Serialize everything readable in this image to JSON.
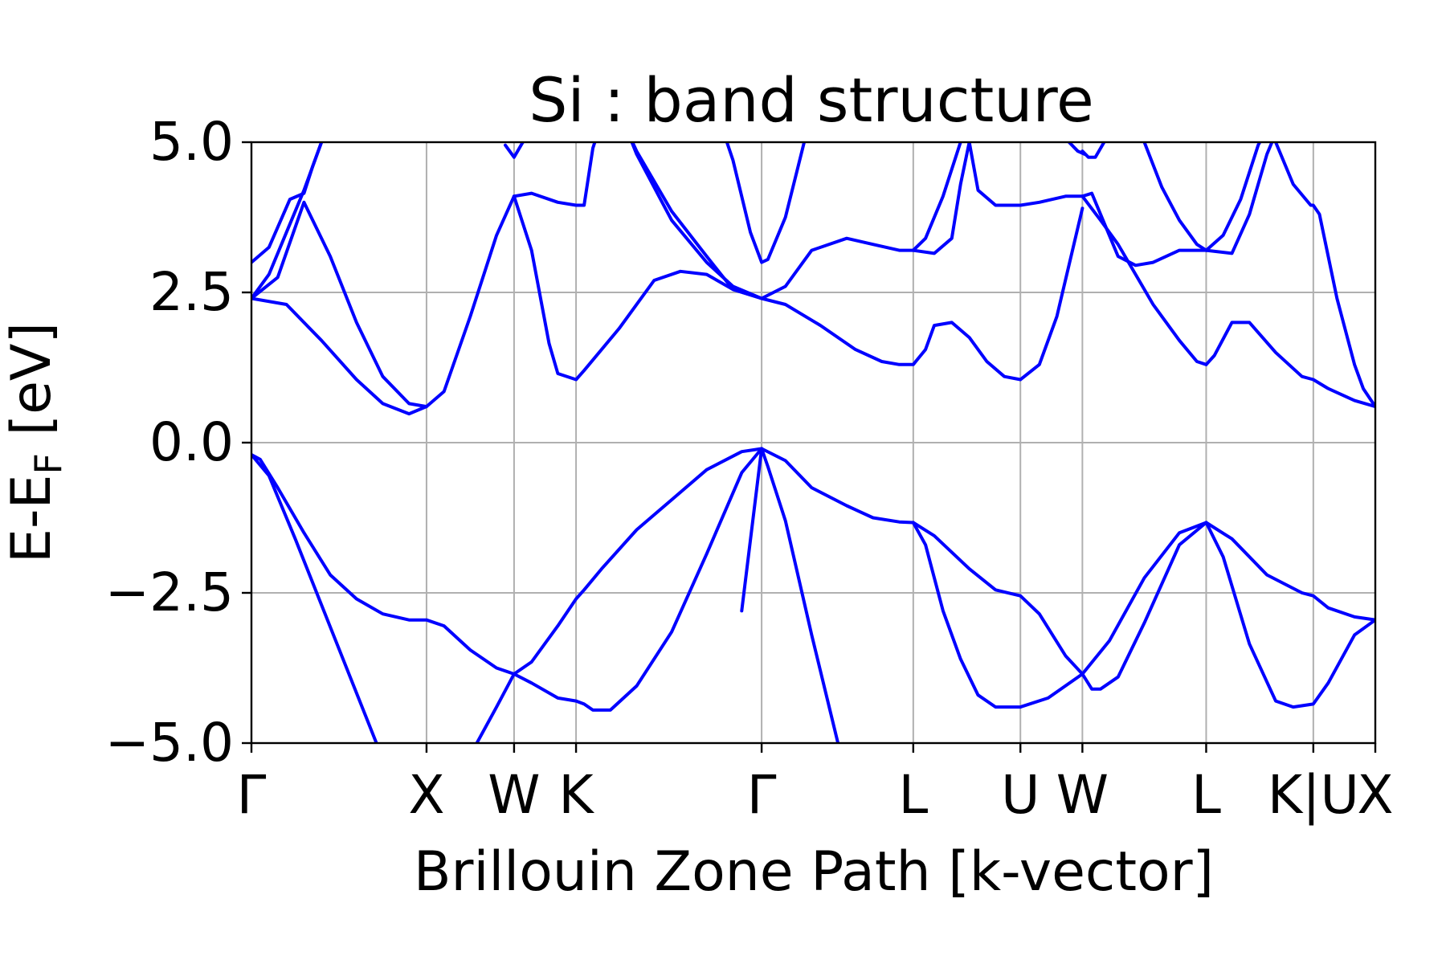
{
  "chart_data": {
    "type": "line",
    "title": "Si : band structure",
    "xlabel": "Brillouin Zone Path [k-vector]",
    "ylabel": {
      "base": "E-E",
      "subscript": "F",
      "unit": " [eV]"
    },
    "ylim": [
      -5.0,
      5.0
    ],
    "yticks": [
      5.0,
      2.5,
      0.0,
      -2.5,
      -5.0
    ],
    "ytick_labels": [
      "5.0",
      "2.5",
      "0.0",
      "−2.5",
      "−5.0"
    ],
    "high_symmetry_points": [
      {
        "label": "Γ",
        "k": 0.0
      },
      {
        "label": "X",
        "k": 1.0
      },
      {
        "label": "W",
        "k": 1.5
      },
      {
        "label": "K",
        "k": 1.854
      },
      {
        "label": "Γ",
        "k": 2.914
      },
      {
        "label": "L",
        "k": 3.78
      },
      {
        "label": "U",
        "k": 4.392
      },
      {
        "label": "W",
        "k": 4.746
      },
      {
        "label": "L",
        "k": 5.453
      },
      {
        "label": "K|U",
        "k": 6.065
      },
      {
        "label": "X",
        "k": 6.419
      }
    ],
    "xlim": [
      0.0,
      6.419
    ],
    "grid": true,
    "line_color": "#0000ff",
    "series": [
      {
        "k": [
          0,
          0.1,
          0.25,
          0.4,
          0.55,
          0.7,
          0.85,
          1.0
        ],
        "E": [
          -0.2,
          -0.55,
          -1.6,
          -2.7,
          -3.8,
          -4.9,
          -6.0,
          -7.1
        ]
      },
      {
        "k": [
          0,
          0.05,
          0.15,
          0.3,
          0.45,
          0.6,
          0.75,
          0.9,
          1.0,
          1.1,
          1.25,
          1.4,
          1.5,
          1.6,
          1.75,
          1.854,
          1.9,
          2.0,
          2.2,
          2.4,
          2.6,
          2.8,
          2.914
        ],
        "E": [
          -0.2,
          -0.28,
          -0.75,
          -1.5,
          -2.2,
          -2.6,
          -2.85,
          -2.95,
          -2.95,
          -3.05,
          -3.45,
          -3.75,
          -3.85,
          -3.65,
          -3.05,
          -2.6,
          -2.45,
          -2.1,
          -1.45,
          -0.95,
          -0.45,
          -0.15,
          -0.1
        ]
      },
      {
        "k": [
          1.0,
          1.1,
          1.25,
          1.4,
          1.5,
          1.6,
          1.75,
          1.854,
          1.9,
          1.95,
          2.05,
          2.2,
          2.4,
          2.6,
          2.8,
          2.914
        ],
        "E": [
          -7.1,
          -6.5,
          -5.2,
          -4.4,
          -3.85,
          -4.0,
          -4.25,
          -4.3,
          -4.35,
          -4.45,
          -4.45,
          -4.05,
          -3.15,
          -1.85,
          -0.5,
          -0.1
        ]
      },
      {
        "k": [
          2.914,
          3.05,
          3.2,
          3.4,
          3.55,
          3.7,
          3.78
        ],
        "E": [
          -0.1,
          -0.3,
          -0.75,
          -1.05,
          -1.25,
          -1.32,
          -1.33
        ]
      },
      {
        "k": [
          2.914,
          2.95,
          3.05,
          3.2,
          3.35,
          3.5,
          3.65,
          3.78
        ],
        "E": [
          -0.1,
          -0.4,
          -1.3,
          -3.2,
          -5.0,
          -6.8,
          -8.0,
          -8.6
        ]
      },
      {
        "k": [
          2.8,
          2.914
        ],
        "E": [
          -2.8,
          -0.1
        ]
      },
      {
        "k": [
          3.78,
          3.9,
          4.1,
          4.25,
          4.392,
          4.5,
          4.65,
          4.746
        ],
        "E": [
          -1.33,
          -1.55,
          -2.1,
          -2.45,
          -2.55,
          -2.85,
          -3.55,
          -3.85
        ]
      },
      {
        "k": [
          3.78,
          3.85,
          3.95,
          4.05,
          4.15,
          4.25,
          4.392,
          4.55,
          4.746
        ],
        "E": [
          -1.33,
          -1.7,
          -2.8,
          -3.6,
          -4.2,
          -4.4,
          -4.4,
          -4.25,
          -3.85
        ]
      },
      {
        "k": [
          4.746,
          4.9,
          5.1,
          5.3,
          5.453
        ],
        "E": [
          -3.85,
          -3.3,
          -2.25,
          -1.5,
          -1.33
        ]
      },
      {
        "k": [
          4.746,
          4.8,
          4.85,
          4.95,
          5.1,
          5.3,
          5.453
        ],
        "E": [
          -3.85,
          -4.1,
          -4.1,
          -3.9,
          -3.0,
          -1.7,
          -1.33
        ]
      },
      {
        "k": [
          5.453,
          5.6,
          5.8,
          6.0,
          6.065,
          6.15,
          6.3,
          6.419
        ],
        "E": [
          -1.33,
          -1.6,
          -2.2,
          -2.5,
          -2.55,
          -2.75,
          -2.9,
          -2.95
        ]
      },
      {
        "k": [
          5.453,
          5.55,
          5.7,
          5.85,
          5.95,
          6.065,
          6.15,
          6.3,
          6.419
        ],
        "E": [
          -1.33,
          -1.9,
          -3.35,
          -4.3,
          -4.4,
          -4.35,
          -4.0,
          -3.2,
          -2.95
        ]
      },
      {
        "k": [
          0,
          0.2,
          0.4,
          0.6,
          0.75,
          0.9,
          1.0,
          1.1,
          1.25,
          1.4,
          1.5
        ],
        "E": [
          2.4,
          2.3,
          1.7,
          1.05,
          0.65,
          0.48,
          0.6,
          0.85,
          2.1,
          3.45,
          4.1
        ]
      },
      {
        "k": [
          0,
          0.15,
          0.3,
          0.45,
          0.6,
          0.75,
          0.9,
          1.0
        ],
        "E": [
          2.4,
          2.75,
          4.0,
          3.1,
          2.0,
          1.1,
          0.65,
          0.6
        ]
      },
      {
        "k": [
          0,
          0.1,
          0.2,
          0.3,
          0.4
        ],
        "E": [
          2.4,
          2.8,
          3.5,
          4.2,
          5.0
        ]
      },
      {
        "k": [
          0,
          0.1,
          0.22,
          0.3,
          0.35,
          0.4
        ],
        "E": [
          3.0,
          3.25,
          4.05,
          4.15,
          4.6,
          5.0
        ]
      },
      {
        "k": [
          1.5,
          1.6,
          1.7,
          1.75,
          1.854,
          1.9,
          2.1,
          2.3,
          2.45,
          2.6,
          2.75,
          2.914
        ],
        "E": [
          4.1,
          3.2,
          1.65,
          1.15,
          1.05,
          1.2,
          1.9,
          2.7,
          2.85,
          2.8,
          2.55,
          2.4
        ]
      },
      {
        "k": [
          1.5,
          1.6,
          1.75,
          1.854,
          1.9,
          1.95,
          2.05,
          2.2,
          2.4,
          2.6,
          2.75,
          2.914
        ],
        "E": [
          4.1,
          4.15,
          4.0,
          3.95,
          3.95,
          4.9,
          5.8,
          4.85,
          3.85,
          3.1,
          2.55,
          2.4
        ]
      },
      {
        "k": [
          2.05,
          2.2,
          2.4,
          2.6,
          2.75,
          2.914
        ],
        "E": [
          5.9,
          4.8,
          3.7,
          3.0,
          2.6,
          2.4
        ]
      },
      {
        "k": [
          2.914,
          3.05,
          3.2,
          3.4,
          3.55,
          3.7,
          3.78
        ],
        "E": [
          2.4,
          2.6,
          3.2,
          3.4,
          3.3,
          3.2,
          3.2
        ]
      },
      {
        "k": [
          2.914,
          3.05,
          3.25,
          3.45,
          3.6,
          3.7,
          3.78,
          3.85,
          3.9,
          4.0,
          4.1,
          4.2,
          4.3,
          4.392,
          4.5,
          4.6,
          4.746
        ],
        "E": [
          2.4,
          2.3,
          1.95,
          1.55,
          1.35,
          1.3,
          1.3,
          1.55,
          1.95,
          2.0,
          1.75,
          1.35,
          1.1,
          1.05,
          1.3,
          2.1,
          3.9
        ]
      },
      {
        "k": [
          2.6,
          2.75,
          2.85,
          2.914,
          2.95,
          3.05,
          3.2
        ],
        "E": [
          6.0,
          4.7,
          3.5,
          3.0,
          3.05,
          3.75,
          5.5
        ]
      },
      {
        "k": [
          3.78,
          3.85,
          3.95,
          4.05,
          4.15
        ],
        "E": [
          3.2,
          3.4,
          4.1,
          5.0,
          5.8
        ]
      },
      {
        "k": [
          3.78,
          3.9,
          4.0,
          4.05,
          4.1
        ],
        "E": [
          3.2,
          3.15,
          3.4,
          4.3,
          5.0
        ]
      },
      {
        "k": [
          4.1,
          4.15,
          4.25,
          4.392,
          4.5,
          4.65,
          4.746
        ],
        "E": [
          5.0,
          4.2,
          3.95,
          3.95,
          4.0,
          4.1,
          4.1
        ]
      },
      {
        "k": [
          4.746,
          4.8,
          4.85,
          4.95,
          5.05,
          5.15,
          5.3,
          5.453
        ],
        "E": [
          4.1,
          4.15,
          3.8,
          3.1,
          2.95,
          3.0,
          3.2,
          3.2
        ]
      },
      {
        "k": [
          4.746,
          4.85,
          4.95,
          5.05,
          5.15,
          5.3,
          5.4,
          5.453
        ],
        "E": [
          4.1,
          3.7,
          3.3,
          2.8,
          2.3,
          1.7,
          1.35,
          1.3
        ]
      },
      {
        "k": [
          5.1,
          5.2,
          5.3,
          5.4,
          5.453
        ],
        "E": [
          5.0,
          4.25,
          3.7,
          3.3,
          3.2
        ]
      },
      {
        "k": [
          5.453,
          5.6,
          5.7,
          5.8,
          5.9
        ],
        "E": [
          3.2,
          3.15,
          3.8,
          4.8,
          5.5
        ]
      },
      {
        "k": [
          5.453,
          5.55,
          5.65,
          5.75,
          5.85
        ],
        "E": [
          3.2,
          3.45,
          4.05,
          4.95,
          5.5
        ]
      },
      {
        "k": [
          5.453,
          5.5,
          5.6,
          5.7,
          5.85,
          6.0,
          6.065,
          6.15,
          6.3,
          6.419
        ],
        "E": [
          1.3,
          1.45,
          2.0,
          2.0,
          1.5,
          1.1,
          1.05,
          0.9,
          0.7,
          0.6
        ]
      },
      {
        "k": [
          5.85,
          5.95,
          6.05,
          6.065,
          6.1,
          6.2,
          6.3,
          6.35,
          6.419
        ],
        "E": [
          5.0,
          4.3,
          3.95,
          3.95,
          3.8,
          2.4,
          1.3,
          0.9,
          0.6
        ]
      },
      {
        "k": [
          4.746,
          4.78,
          4.82,
          4.87
        ],
        "E": [
          4.85,
          4.75,
          4.75,
          5.0
        ]
      },
      {
        "k": [
          1.45,
          1.5,
          1.55
        ],
        "E": [
          4.95,
          4.75,
          5.0
        ]
      },
      {
        "k": [
          4.67,
          4.72,
          4.76
        ],
        "E": [
          5.0,
          4.85,
          4.8
        ]
      }
    ]
  }
}
